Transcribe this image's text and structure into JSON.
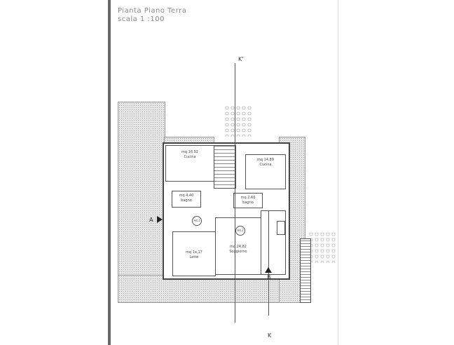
{
  "title": {
    "line1": "Pianta Piano Terra",
    "line2": "scala 1 :100"
  },
  "rooms": [
    {
      "area": "mq 16,92",
      "name": "Cucina"
    },
    {
      "area": "mq 14,89",
      "name": "Cucina"
    },
    {
      "area": "mq 4,40",
      "name": "bagno"
    },
    {
      "area": "mq 2,60",
      "name": "bagno"
    },
    {
      "area": "mq 24,82",
      "name": "Soggiorno"
    },
    {
      "area": "mq 1x,17",
      "name": "Letto"
    }
  ],
  "markers": {
    "h1": "H4.1",
    "h2": "H4.2"
  },
  "sections": {
    "a": "A",
    "b": "B",
    "k_top": "K'",
    "k_bottom": "K"
  }
}
